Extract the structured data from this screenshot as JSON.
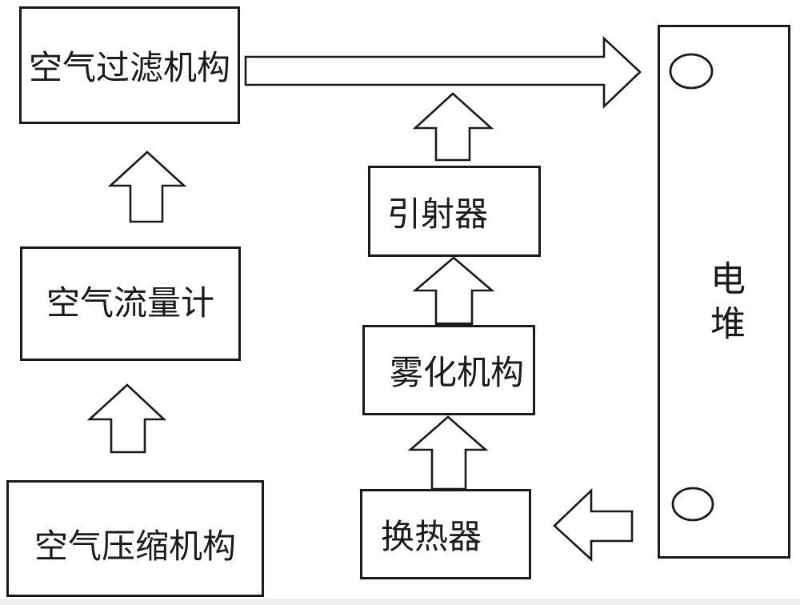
{
  "diagram": {
    "title": "fuel-cell-air-supply-flow-diagram",
    "colors": {
      "line": "#1a1a1a",
      "text": "#1a1a1a",
      "background": "#ffffff",
      "bottom_strip": "#ededed"
    },
    "nodes": {
      "air_filter": {
        "label": "空气过滤机构"
      },
      "air_flow_meter": {
        "label": "空气流量计"
      },
      "air_compressor": {
        "label": "空气压缩机构"
      },
      "ejector": {
        "label": "引射器"
      },
      "atomizer": {
        "label": "雾化机构"
      },
      "heat_exchanger": {
        "label": "换热器"
      },
      "stack": {
        "label": "电堆"
      }
    },
    "edges": [
      {
        "from": "air_compressor",
        "to": "air_flow_meter",
        "direction": "up"
      },
      {
        "from": "air_flow_meter",
        "to": "air_filter",
        "direction": "up"
      },
      {
        "from": "air_filter",
        "to": "stack",
        "direction": "right"
      },
      {
        "from": "heat_exchanger",
        "to": "atomizer",
        "direction": "up"
      },
      {
        "from": "atomizer",
        "to": "ejector",
        "direction": "up"
      },
      {
        "from": "ejector",
        "to": "air_filter_to_stack_duct",
        "direction": "up"
      },
      {
        "from": "stack",
        "to": "heat_exchanger",
        "direction": "left"
      }
    ]
  }
}
